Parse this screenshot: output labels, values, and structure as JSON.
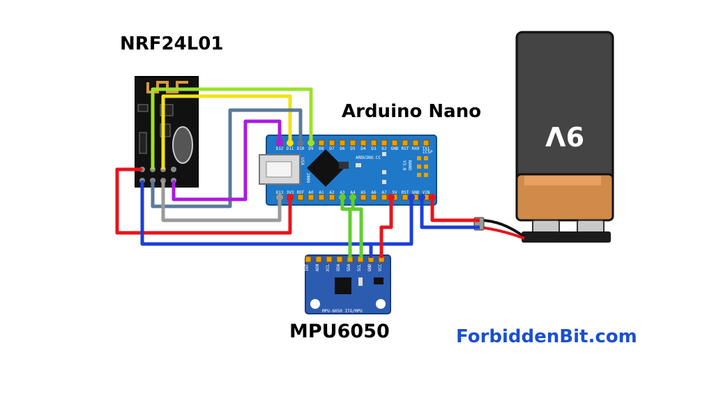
{
  "labels": {
    "nrf": "NRF24L01",
    "nano": "Arduino Nano",
    "mpu": "MPU6050",
    "site": "ForbiddenBit.com",
    "battery": "9V"
  },
  "nano_pins_top": [
    "D12",
    "D11",
    "D10",
    "D9",
    "D8",
    "D7",
    "D6",
    "D5",
    "D4",
    "D3",
    "D2",
    "GND",
    "RST",
    "RX0",
    "TX1"
  ],
  "nano_pins_bottom": [
    "D13",
    "3V3",
    "REF",
    "A0",
    "A1",
    "A2",
    "A3",
    "A4",
    "A5",
    "A6",
    "A7",
    "5V",
    "RST",
    "GND",
    "VIN"
  ],
  "nano_board_text": [
    "ARDUINO.CC",
    "NANO",
    "V3.0",
    "ICSP",
    "USA",
    "2009"
  ],
  "mpu_pins": [
    "INT",
    "AD0",
    "XCL",
    "XDA",
    "SDA",
    "SCL",
    "GND",
    "VCC"
  ],
  "mpu_board_text": "MPU-6050 ITG/MPU",
  "colors": {
    "red": "#e8141c",
    "blue": "#1c3fd8",
    "green": "#5fd02a",
    "yellow": "#f2e21a",
    "lime": "#9be22a",
    "purple": "#a81ce0",
    "steel": "#5a7a9a",
    "gray": "#9a9a9a",
    "nano_board": "#1f78c8",
    "mpu_board": "#2c5cb0",
    "site_text": "#1a4fd0"
  }
}
